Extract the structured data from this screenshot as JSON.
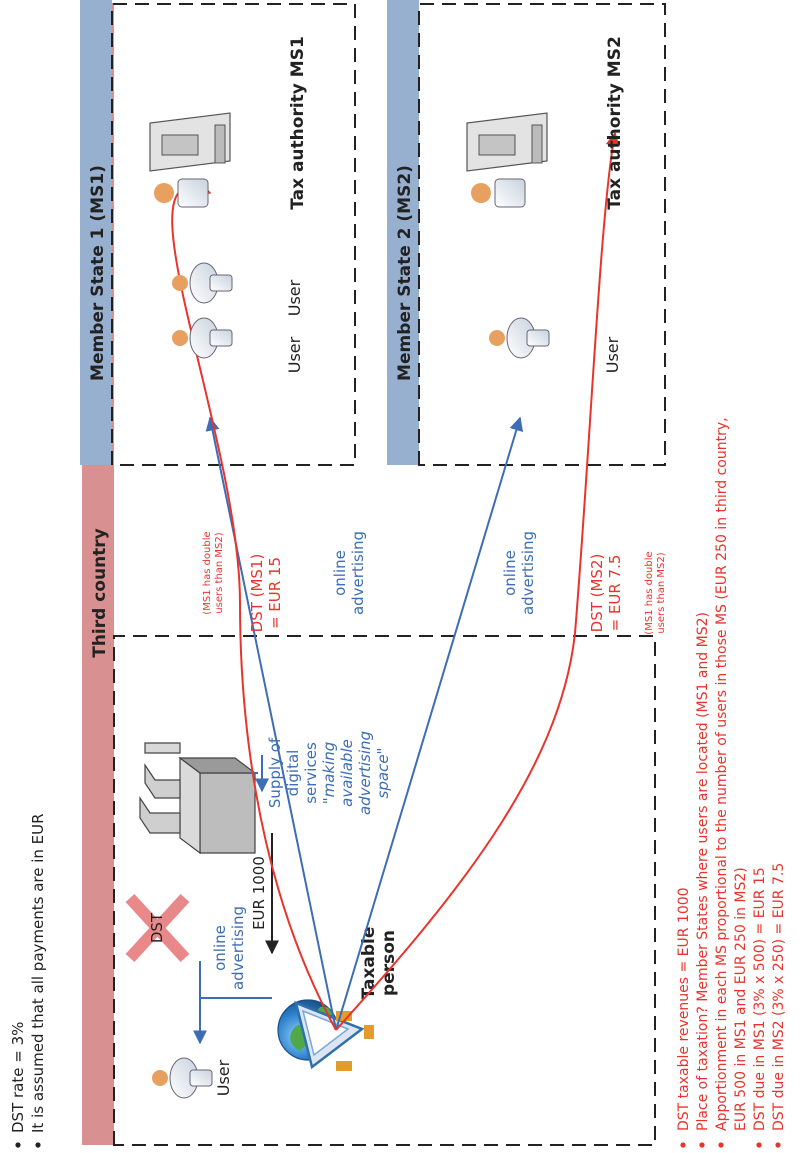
{
  "header_notes": [
    "DST rate = 3%",
    "It is assumed that all payments are in EUR"
  ],
  "third_country": {
    "title": "Third country",
    "user_label": "User",
    "dst_mark": "DST",
    "online_advertising": [
      "online",
      "advertising"
    ],
    "payment": "EUR 1000",
    "supply_lines": [
      "Supply of",
      "digital",
      "services"
    ],
    "supply_italic": [
      "\"making",
      "available",
      "advertising",
      "space\""
    ],
    "taxable_person": [
      "Taxable",
      "person"
    ]
  },
  "middle": {
    "ms1_dst": [
      "DST (MS1)",
      "= EUR 15"
    ],
    "ms1_note": [
      "(MS1 has double",
      "users than MS2)"
    ],
    "ms1_adv": [
      "online",
      "advertising"
    ],
    "ms2_adv": [
      "online",
      "advertising"
    ],
    "ms2_dst": [
      "DST (MS2)",
      "= EUR 7.5"
    ],
    "ms2_note": [
      "(MS1 has double",
      "users than MS2)"
    ]
  },
  "ms1": {
    "title": "Member State 1 (MS1)",
    "user1": "User",
    "user2": "User",
    "authority": "Tax authority MS1"
  },
  "ms2": {
    "title": "Member State 2 (MS2)",
    "user": "User",
    "authority": "Tax authority MS2"
  },
  "footer_notes": [
    "DST taxable revenues = EUR 1000",
    "Place of taxation? Member States where users are located (MS1 and MS2)",
    "Apportionment in each MS proportional to the number of users in those MS (EUR 250 in third country,",
    "EUR 500 in MS1 and EUR 250 in MS2)",
    "DST due in MS1 (3% x 500) = EUR 15",
    "DST due in MS2 (3% x 250) = EUR 7.5"
  ],
  "colors": {
    "red": "#e8342c",
    "blue": "#3d6db5",
    "third_country_band": "#d89090",
    "member_state_band": "#98b0d0"
  }
}
